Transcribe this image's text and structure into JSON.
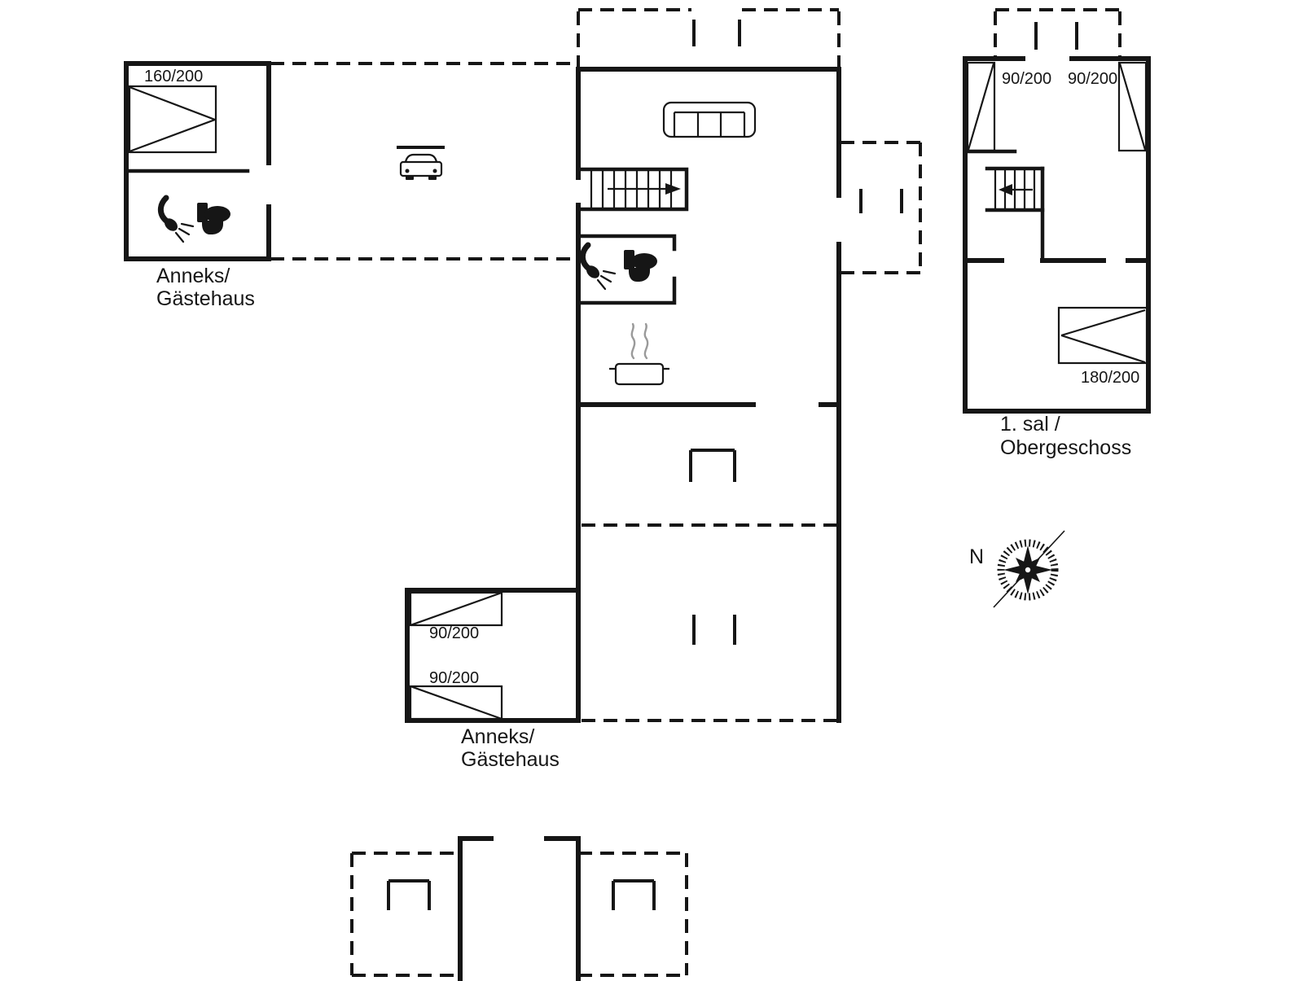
{
  "colors": {
    "line": "#161616",
    "background": "#ffffff",
    "steam": "#9a9a9a"
  },
  "floorplan": {
    "annex_top_left": {
      "bed": "160/200",
      "name_line1": "Anneks/",
      "name_line2": "Gästehaus"
    },
    "annex_bottom": {
      "bed1": "90/200",
      "bed2": "90/200",
      "name_line1": "Anneks/",
      "name_line2": "Gästehaus"
    },
    "upper_floor": {
      "bed_left": "90/200",
      "bed_right": "90/200",
      "bed_big": "180/200",
      "name_line1": "1. sal /",
      "name_line2": "Obergeschoss"
    },
    "compass": {
      "north": "N"
    }
  }
}
